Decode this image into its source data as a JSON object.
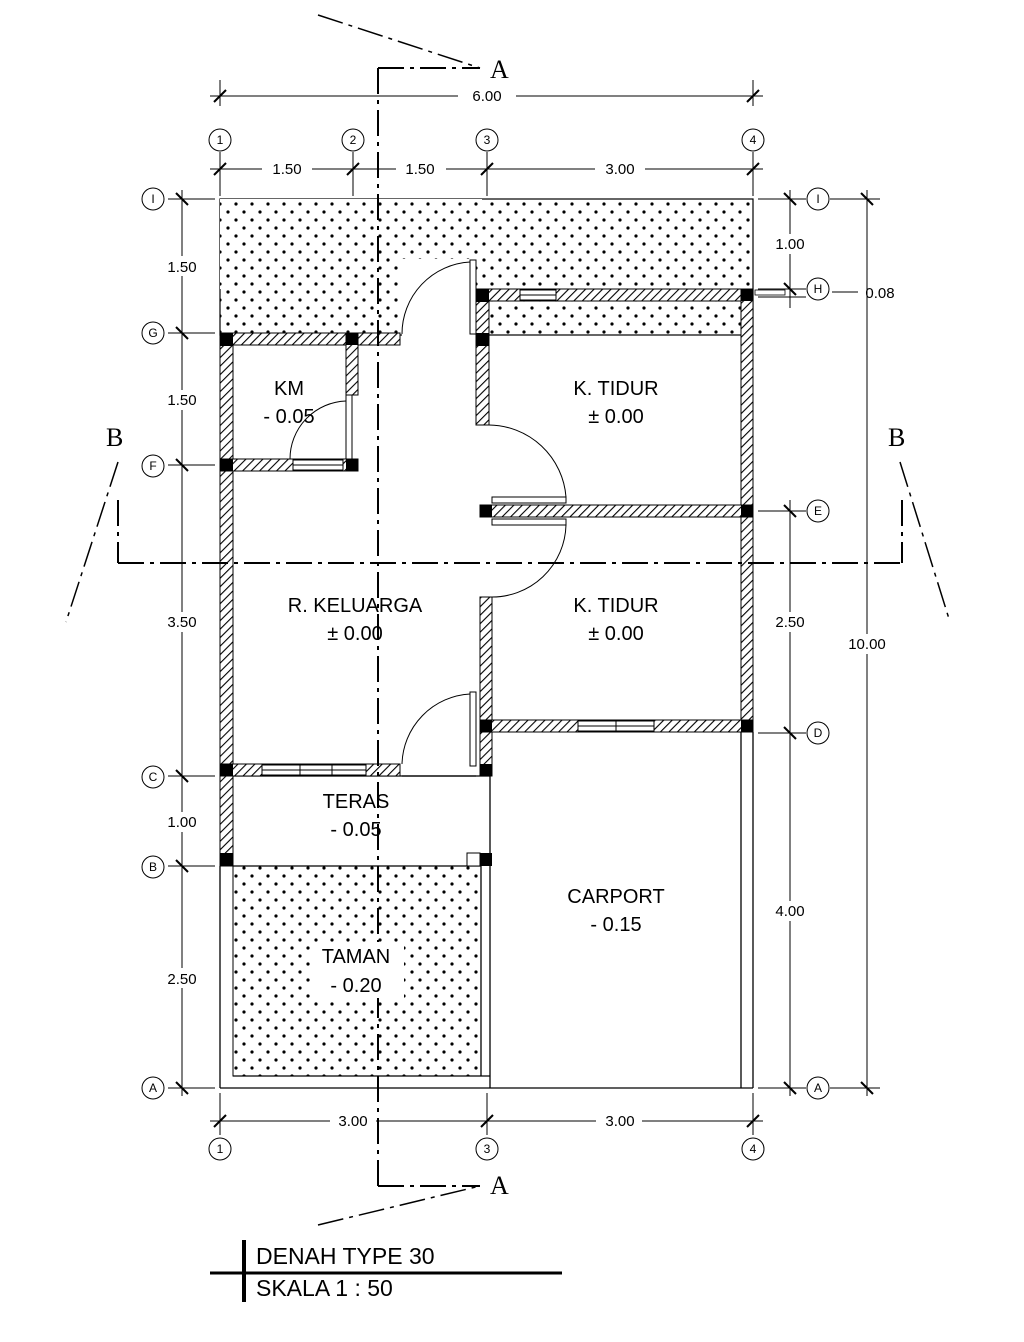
{
  "rooms": {
    "km": {
      "name": "KM",
      "level": "- 0.05"
    },
    "tidur_1": {
      "name": "K. TIDUR",
      "level": "± 0.00"
    },
    "keluarga": {
      "name": "R. KELUARGA",
      "level": "± 0.00"
    },
    "tidur_2": {
      "name": "K. TIDUR",
      "level": "± 0.00"
    },
    "teras": {
      "name": "TERAS",
      "level": "- 0.05"
    },
    "carport": {
      "name": "CARPORT",
      "level": "- 0.15"
    },
    "taman": {
      "name": "TAMAN",
      "level": "- 0.20"
    }
  },
  "dimensions": {
    "top_total": "6.00",
    "top_1_2": "1.50",
    "top_2_3": "1.50",
    "top_3_4": "3.00",
    "bottom_1_3": "3.00",
    "bottom_3_4": "3.00",
    "left_I_G": "1.50",
    "left_G_F": "1.50",
    "left_F_C": "3.50",
    "left_C_B": "1.00",
    "left_B_A": "2.50",
    "right_I_H": "1.00",
    "right_H": "0.08",
    "right_E_D": "2.50",
    "right_D_A": "4.00",
    "right_total": "10.00"
  },
  "grid": {
    "col_1": "1",
    "col_2": "2",
    "col_3": "3",
    "col_4": "4",
    "row_I": "I",
    "row_G": "G",
    "row_F": "F",
    "row_C": "C",
    "row_B": "B",
    "row_A": "A",
    "row_H": "H",
    "row_E": "E",
    "row_D": "D"
  },
  "sections": {
    "a": "A",
    "b": "B"
  },
  "title_block": {
    "title": "DENAH TYPE 30",
    "scale": "SKALA 1 : 50"
  }
}
